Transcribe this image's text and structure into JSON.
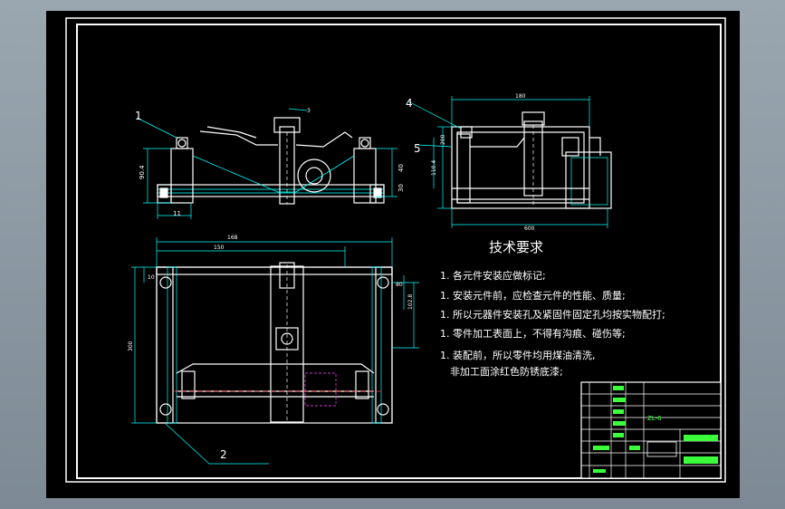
{
  "drawing": {
    "tech_title": "技术要求",
    "requirements": [
      "1. 各元件安装应做标记;",
      "1. 安装元件前，应检查元件的性能、质量;",
      "1. 所以元器件安装孔及紧固件固定孔均按实物配打;",
      "1. 零件加工表面上，不得有沟痕、碰伤等;",
      "1. 装配前，所以零件均用煤油清洗,",
      "非加工面涂红色防锈底漆;"
    ],
    "part_labels": [
      "1",
      "2",
      "3",
      "4",
      "5"
    ],
    "dimensions": {
      "front_height": "90.4",
      "front_right_1": "40",
      "front_right_2": "30",
      "front_bottom": "11",
      "side_top": "180",
      "side_left_1": "200",
      "side_left_2": "110.4",
      "side_bottom": "600",
      "plan_top_1": "168",
      "plan_top_2": "150",
      "plan_left_1": "10",
      "plan_left_2": "300",
      "plan_right_1": "80",
      "plan_right_2": "102.8"
    },
    "title_block": {
      "side_code": "ZL-6"
    }
  },
  "colors": {
    "border": "#ffffff",
    "outline": "#ffffff",
    "dimension": "#00ffff",
    "text": "#ffffff",
    "green": "#3cff3c",
    "hidden": "#cc33cc",
    "red": "#ff3333"
  }
}
